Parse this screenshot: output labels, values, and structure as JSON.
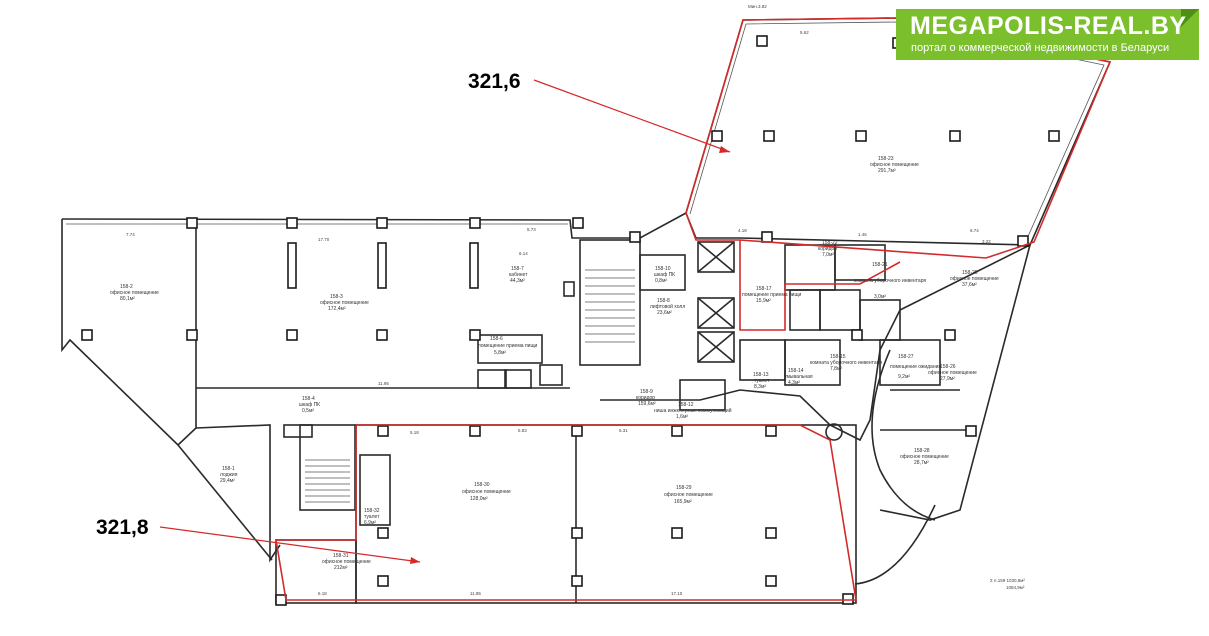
{
  "logo": {
    "title": "MEGAPOLIS-REAL.BY",
    "subtitle": "портал о коммерческой недвижимости в Беларуси"
  },
  "callouts": [
    {
      "text": "321,6"
    },
    {
      "text": "321,8"
    }
  ],
  "top_note": "Мин.3.82",
  "rooms": [
    {
      "id": "158-23",
      "name": "офисное помещение",
      "area": "291,7м²"
    },
    {
      "id": "158-2",
      "name": "офисное помещение",
      "area": "80,1м²"
    },
    {
      "id": "158-3",
      "name": "офисное помещение",
      "area": "172,4м²"
    },
    {
      "id": "158-7",
      "name": "кабинет",
      "area": "44,3м²"
    },
    {
      "id": "158-10",
      "name": "шкаф ПК",
      "area": "0,8м²"
    },
    {
      "id": "158-8",
      "name": "лифтовой холл",
      "area": "23,6м²"
    },
    {
      "id": "158-17",
      "name": "помещение приема пищи",
      "area": "15,9м²"
    },
    {
      "id": "158-22",
      "name": "коридор",
      "area": "7,0м²"
    },
    {
      "id": "158-25",
      "name": "офисное помещение",
      "area": "37,6м²"
    },
    {
      "id": "158-21",
      "name": "комната уборочного инвентаря",
      "area": "3,0м²"
    },
    {
      "id": "158-6",
      "name": "помещение приема пищи",
      "area": "5,8м²"
    },
    {
      "id": "158-4",
      "name": "шкаф ПК",
      "area": "0,5м²"
    },
    {
      "id": "158-9",
      "name": "коридор",
      "area": "159,6м²"
    },
    {
      "id": "158-12",
      "name": "ниша инженерных коммуникаций",
      "area": "1,6м²"
    },
    {
      "id": "158-13",
      "name": "туалет",
      "area": "8,3м²"
    },
    {
      "id": "158-14",
      "name": "умывальная",
      "area": "4,3м²"
    },
    {
      "id": "158-15",
      "name": "комната уборочного инвентаря",
      "area": "7,8м²"
    },
    {
      "id": "158-26",
      "name": "офисное помещение",
      "area": "27,9м²"
    },
    {
      "id": "158-27",
      "name": "помещение ожидания",
      "area": "9,2м²"
    },
    {
      "id": "158-28",
      "name": "офисное помещение",
      "area": "28,7м²"
    },
    {
      "id": "158-1",
      "name": "лоджия",
      "area": "29,4м²"
    },
    {
      "id": "158-30",
      "name": "офисное помещение",
      "area": "128,0м²"
    },
    {
      "id": "158-29",
      "name": "офисное помещение",
      "area": "165,9м²"
    },
    {
      "id": "158-31",
      "name": "офисное помещение",
      "area": "212м²"
    },
    {
      "id": "158-32",
      "name": "туалет",
      "area": "6,9м²"
    }
  ],
  "dimensions": [
    "5.62",
    "7.74",
    "17.70",
    "5.73",
    "6.14",
    "11.95",
    "5.18",
    "5.83",
    "5.31",
    "17.10",
    "6.18",
    "11.85",
    "4.18",
    "1.46",
    "6.74",
    "3.22"
  ],
  "totals": {
    "line1": "Σ п.159  1030,8м²",
    "line2": "1084,9м²"
  }
}
